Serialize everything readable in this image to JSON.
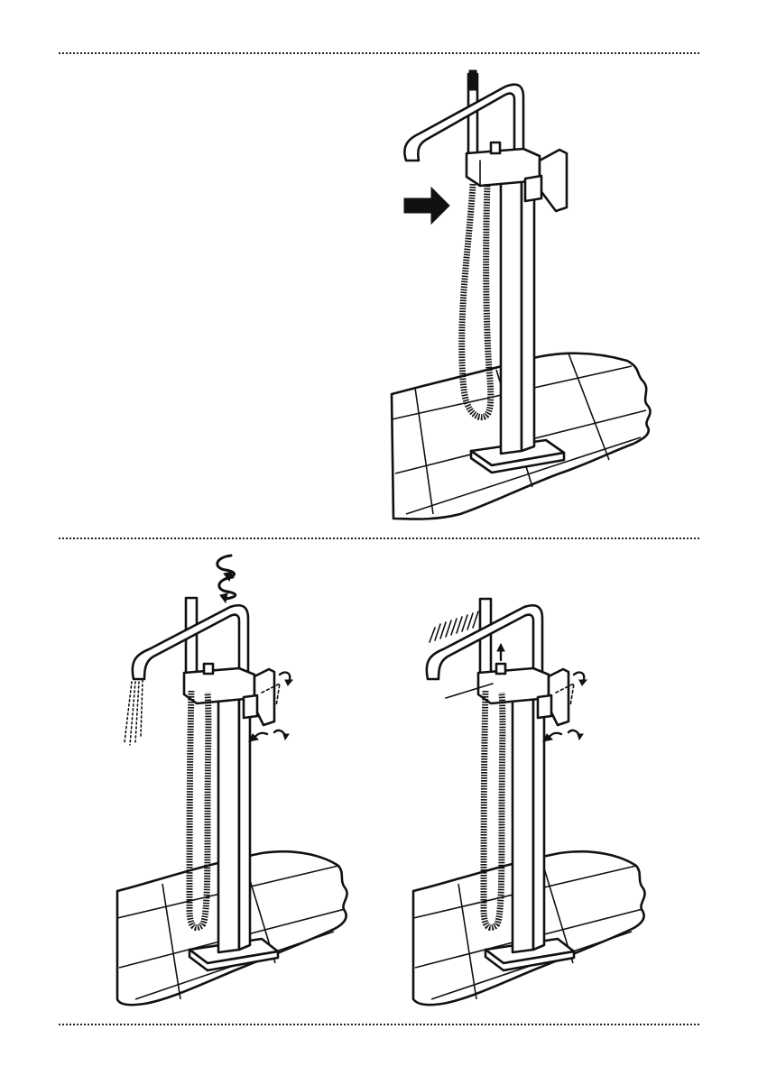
{
  "figure": {
    "steps": [
      {
        "id": "install",
        "indicator": "arrow-right"
      },
      {
        "id": "bath-spout",
        "indicator": "rotate-arrows"
      },
      {
        "id": "hand-shower",
        "indicator": "diverter-pull-up"
      }
    ]
  }
}
